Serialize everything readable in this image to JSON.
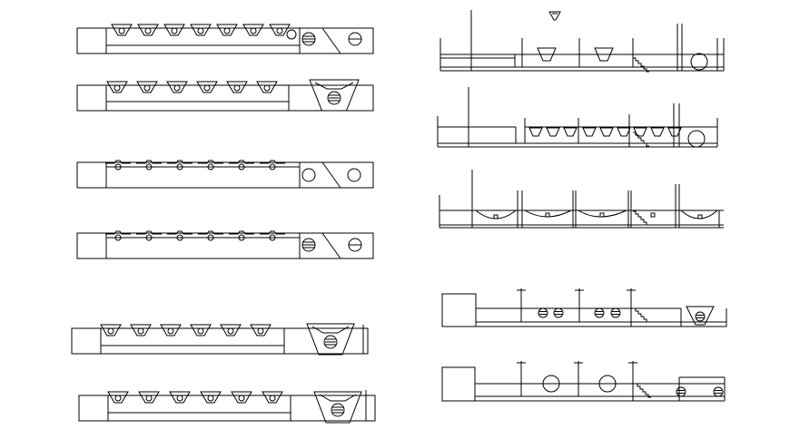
{
  "drawing": {
    "kind": "cad-linework-sheet",
    "line_color": "#000000",
    "background": "#ffffff",
    "left_column": [
      {
        "id": "bar-1",
        "notch": "v-notch-with-hole",
        "notch_count": 7,
        "end": "circle-hatched-and-slash"
      },
      {
        "id": "bar-2",
        "notch": "v-notch-with-hole",
        "notch_count": 6,
        "end": "v-block-hatched-circle"
      },
      {
        "id": "bar-3",
        "notch": "hole",
        "notch_count": 6,
        "end": "circle-and-slash"
      },
      {
        "id": "bar-4",
        "notch": "hole",
        "notch_count": 6,
        "end": "hatched-circle-and-slash"
      },
      {
        "id": "bar-5",
        "notch": "v-notch-with-hole",
        "notch_count": 6,
        "end": "v-block-hatched-circle"
      },
      {
        "id": "bar-6",
        "notch": "v-notch-with-hole",
        "notch_count": 6,
        "end": "v-block-hatched-circle"
      }
    ],
    "right_column": [
      {
        "id": "section-1",
        "features": [
          "trapezoid-blocks",
          "stairs",
          "circle"
        ]
      },
      {
        "id": "section-2",
        "features": [
          "trapezoid-blocks",
          "stairs",
          "circle"
        ]
      },
      {
        "id": "section-3",
        "features": [
          "arc-bays",
          "stairs"
        ]
      },
      {
        "id": "section-4",
        "features": [
          "posts",
          "hatched-circles",
          "stairs",
          "v-block"
        ]
      },
      {
        "id": "section-5",
        "features": [
          "posts",
          "circles",
          "stairs",
          "hatched-circles"
        ]
      }
    ],
    "icon_semantics": [
      "trapezoid-icon"
    ]
  }
}
